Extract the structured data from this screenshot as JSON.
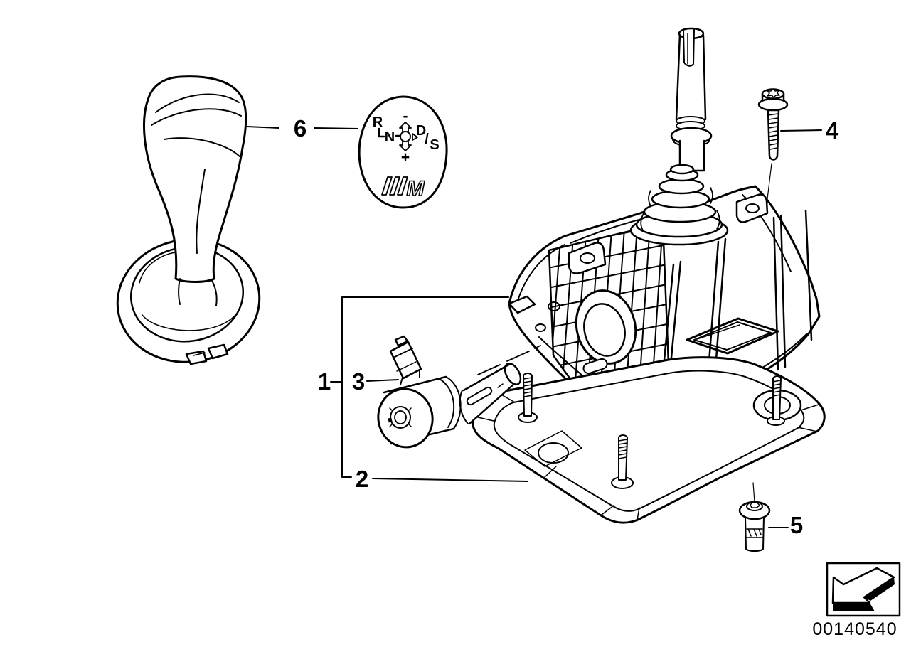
{
  "diagram": {
    "type": "exploded-parts-diagram",
    "part_number": "00140540",
    "callouts": {
      "c1": "1",
      "c2": "2",
      "c3": "3",
      "c4": "4",
      "c5": "5",
      "c6": "6"
    },
    "emblem": {
      "reverse": "R",
      "neutral": "N",
      "drive": "D",
      "slash": "/",
      "sport": "S",
      "minus": "-",
      "plus": "+",
      "m_label": "M"
    },
    "colors": {
      "line": "#000000",
      "background": "#ffffff"
    }
  }
}
